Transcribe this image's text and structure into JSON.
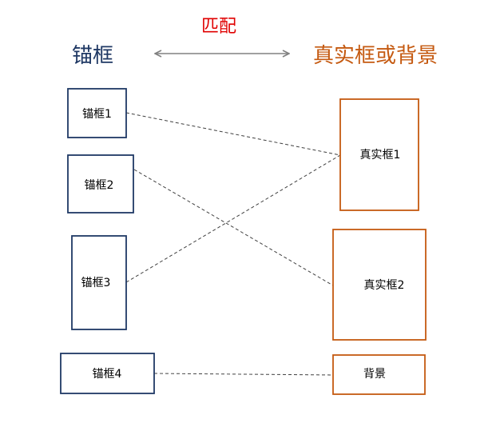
{
  "title": {
    "match_label": "匹配",
    "left_heading": "锚框",
    "right_heading": "真实框或背景"
  },
  "colors": {
    "anchor": "#1F3864",
    "truth": "#C55A11",
    "match": "#E00000",
    "arrow": "#808080",
    "connector": "#404040"
  },
  "anchors": [
    {
      "label": "锚框1"
    },
    {
      "label": "锚框2"
    },
    {
      "label": "锚框3"
    },
    {
      "label": "锚框4"
    }
  ],
  "targets": [
    {
      "label": "真实框1"
    },
    {
      "label": "真实框2"
    },
    {
      "label": "背景"
    }
  ],
  "connections": [
    {
      "from": "锚框1",
      "to": "真实框1"
    },
    {
      "from": "锚框2",
      "to": "真实框2"
    },
    {
      "from": "锚框3",
      "to": "真实框1"
    },
    {
      "from": "锚框4",
      "to": "背景"
    }
  ]
}
